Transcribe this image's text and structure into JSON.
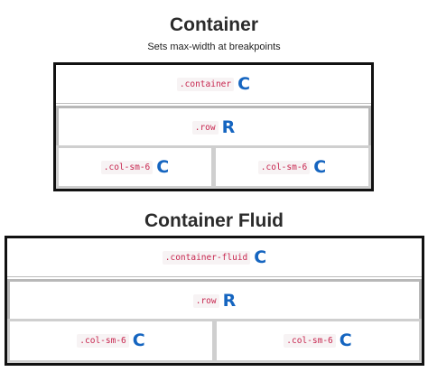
{
  "diagrams": [
    {
      "title": "Container",
      "subtitle": "Sets max-width at breakpoints",
      "container": {
        "class_name": ".container",
        "letter": "C"
      },
      "row": {
        "class_name": ".row",
        "letter": "R"
      },
      "columns": [
        {
          "class_name": ".col-sm-6",
          "letter": "C"
        },
        {
          "class_name": ".col-sm-6",
          "letter": "C"
        }
      ]
    },
    {
      "title": "Container Fluid",
      "container": {
        "class_name": ".container-fluid",
        "letter": "C"
      },
      "row": {
        "class_name": ".row",
        "letter": "R"
      },
      "columns": [
        {
          "class_name": ".col-sm-6",
          "letter": "C"
        },
        {
          "class_name": ".col-sm-6",
          "letter": "C"
        }
      ]
    }
  ],
  "colors": {
    "class_text": "#c7254e",
    "letter": "#1565c0",
    "outer_border": "#111111",
    "row_border": "#b8b8b8",
    "col_border": "#cfcfcf"
  }
}
